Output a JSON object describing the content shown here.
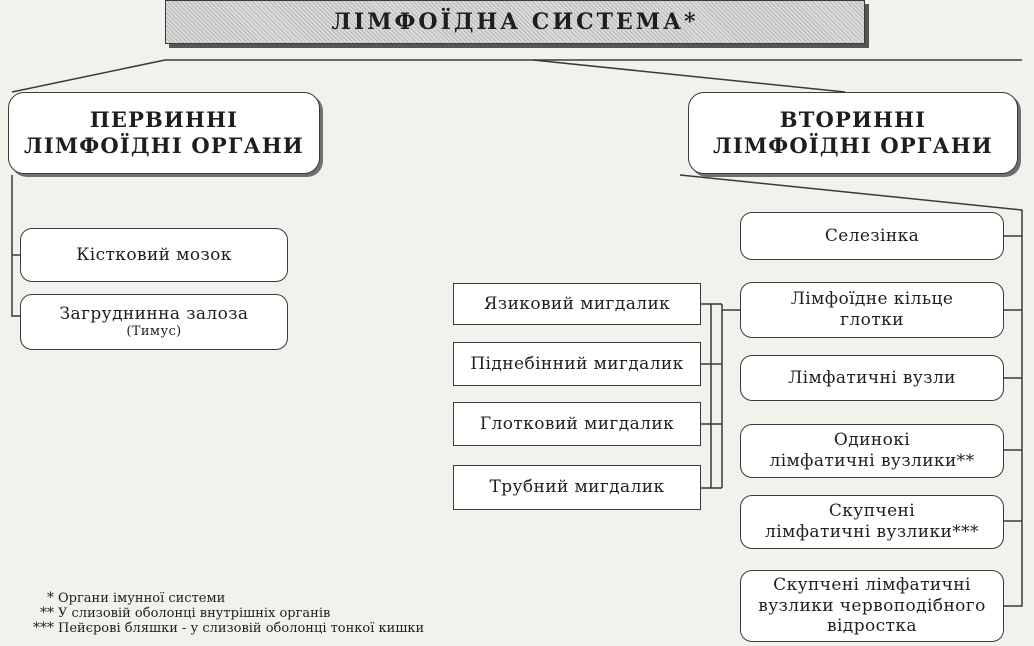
{
  "title": "ЛІМФОЇДНА СИСТЕМА*",
  "primary": {
    "heading": [
      "ПЕРВИННІ",
      "ЛІМФОЇДНІ ОРГАНИ"
    ],
    "items": [
      {
        "label": "Кістковий мозок"
      },
      {
        "label": "Загруднинна залоза",
        "sub": "(Тимус)"
      }
    ]
  },
  "secondary": {
    "heading": [
      "ВТОРИННІ",
      "ЛІМФОЇДНІ ОРГАНИ"
    ],
    "items": [
      {
        "lines": [
          "Селезінка"
        ]
      },
      {
        "lines": [
          "Лімфоїдне кільце",
          "глотки"
        ]
      },
      {
        "lines": [
          "Лімфатичні вузли"
        ]
      },
      {
        "lines": [
          "Одинокі",
          "лімфатичні вузлики**"
        ]
      },
      {
        "lines": [
          "Скупчені",
          "лімфатичні вузлики***"
        ]
      },
      {
        "lines": [
          "Скупчені лімфатичні",
          "вузлики червоподібного",
          "відростка"
        ]
      }
    ]
  },
  "tonsils": {
    "items": [
      "Язиковий мигдалик",
      "Піднебінний мигдалик",
      "Глотковий мигдалик",
      "Трубний мигдалик"
    ]
  },
  "footnotes": [
    {
      "mark": "*",
      "text": "Органи імунної системи"
    },
    {
      "mark": "**",
      "text": "У слизовій оболонці внутрішніх органів"
    },
    {
      "mark": "***",
      "text": "Пейєрові бляшки - у слизовій оболонці тонкої кишки"
    }
  ]
}
